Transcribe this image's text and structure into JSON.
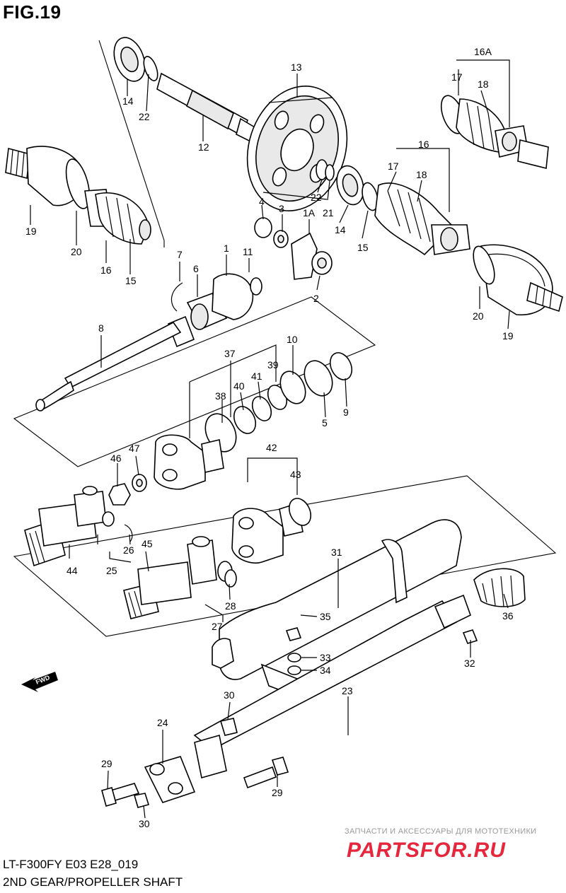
{
  "figure": {
    "title": "FIG.19",
    "model_code": "LT-F300FY E03 E28_019",
    "name": "2ND GEAR/PROPELLER SHAFT"
  },
  "fwd_label": "FWD",
  "watermark": {
    "caption": "ЗАПЧАСТИ И АКСЕССУАРЫ ДЛЯ МОТОТЕХНИКИ",
    "logo_text": "PARTSFOR.RU",
    "color": "#e0001a"
  },
  "callouts": [
    "1",
    "1A",
    "2",
    "3",
    "4",
    "5",
    "6",
    "7",
    "8",
    "9",
    "10",
    "11",
    "12",
    "13",
    "14",
    "14",
    "15",
    "15",
    "16",
    "16",
    "16A",
    "17",
    "17",
    "18",
    "18",
    "19",
    "19",
    "20",
    "20",
    "21",
    "22",
    "22",
    "23",
    "24",
    "25",
    "26",
    "27",
    "28",
    "29",
    "29",
    "30",
    "30",
    "31",
    "32",
    "33",
    "34",
    "35",
    "36",
    "37",
    "38",
    "39",
    "40",
    "41",
    "42",
    "43",
    "44",
    "45",
    "46",
    "47"
  ]
}
